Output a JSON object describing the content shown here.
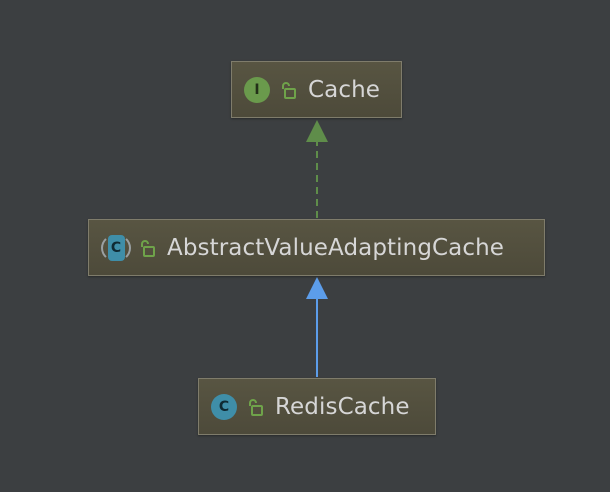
{
  "diagram": {
    "nodes": [
      {
        "id": "cache",
        "label": "Cache",
        "kind": "I",
        "kind_name": "interface"
      },
      {
        "id": "abstract",
        "label": "AbstractValueAdaptingCache",
        "kind": "C",
        "kind_name": "abstract-class"
      },
      {
        "id": "redis",
        "label": "RedisCache",
        "kind": "C",
        "kind_name": "class"
      }
    ],
    "edges": [
      {
        "from": "abstract",
        "to": "cache",
        "type": "implements",
        "style": "dashed",
        "color": "#5f8d4a"
      },
      {
        "from": "redis",
        "to": "abstract",
        "type": "extends",
        "style": "solid",
        "color": "#5c9dea"
      }
    ],
    "colors": {
      "background": "#3c3f41",
      "node_fill": "#585542",
      "interface_badge": "#6a9a4c",
      "class_badge": "#3f8ea8",
      "lock": "#6fa34a"
    },
    "icons": {
      "interface": "interface-icon",
      "class": "class-icon",
      "abstract_class": "abstract-class-icon",
      "visibility": "unlocked-padlock-icon"
    }
  }
}
